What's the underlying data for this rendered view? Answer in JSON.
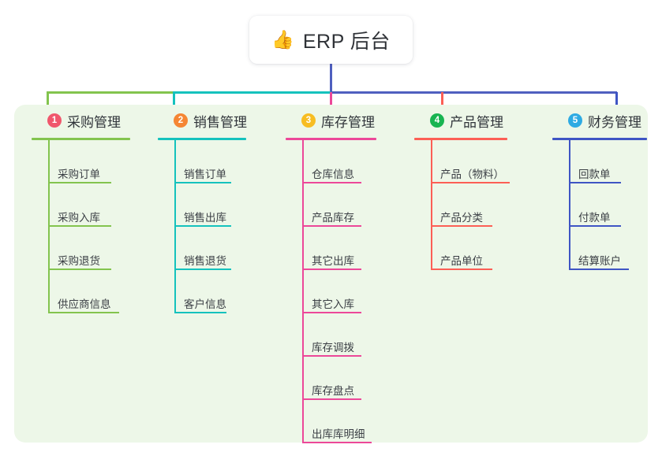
{
  "root": {
    "icon": "thumbs-up-icon",
    "emoji": "👍",
    "label": "ERP 后台"
  },
  "theme": {
    "panel_bg": "#edf7e8",
    "page_bg": "#ffffff",
    "root_stem": "#4f5fbf",
    "text": "#30343a"
  },
  "columns": [
    {
      "number": "1",
      "title": "采购管理",
      "badge_color": "#f0576c",
      "line_color": "#83c44e",
      "items": [
        "采购订单",
        "采购入库",
        "采购退货",
        "供应商信息"
      ]
    },
    {
      "number": "2",
      "title": "销售管理",
      "badge_color": "#f58634",
      "line_color": "#15c2bd",
      "items": [
        "销售订单",
        "销售出库",
        "销售退货",
        "客户信息"
      ]
    },
    {
      "number": "3",
      "title": "库存管理",
      "badge_color": "#f7bd22",
      "line_color": "#ec4899",
      "items": [
        "仓库信息",
        "产品库存",
        "其它出库",
        "其它入库",
        "库存调拨",
        "库存盘点",
        "出库库明细"
      ]
    },
    {
      "number": "4",
      "title": "产品管理",
      "badge_color": "#18b451",
      "line_color": "#fc5f55",
      "items": [
        "产品（物料）",
        "产品分类",
        "产品单位"
      ]
    },
    {
      "number": "5",
      "title": "财务管理",
      "badge_color": "#2eabe3",
      "line_color": "#3f55c4",
      "items": [
        "回款单",
        "付款单",
        "结算账户"
      ]
    }
  ]
}
